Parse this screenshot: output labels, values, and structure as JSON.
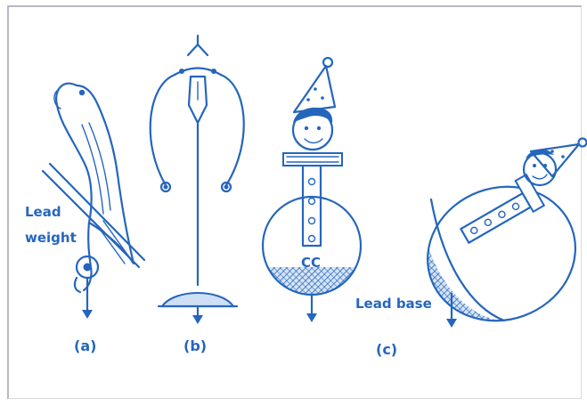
{
  "labels": {
    "lead_weight_line1": "Lead",
    "lead_weight_line2": "weight",
    "lead_base": "Lead base",
    "cg_mark": "CC",
    "caption_a": "(a)",
    "caption_b": "(b)",
    "caption_c": "(c)"
  },
  "colors": {
    "ink": "#2566bd",
    "frame": "#b7b7c7",
    "background": "#ffffff"
  }
}
